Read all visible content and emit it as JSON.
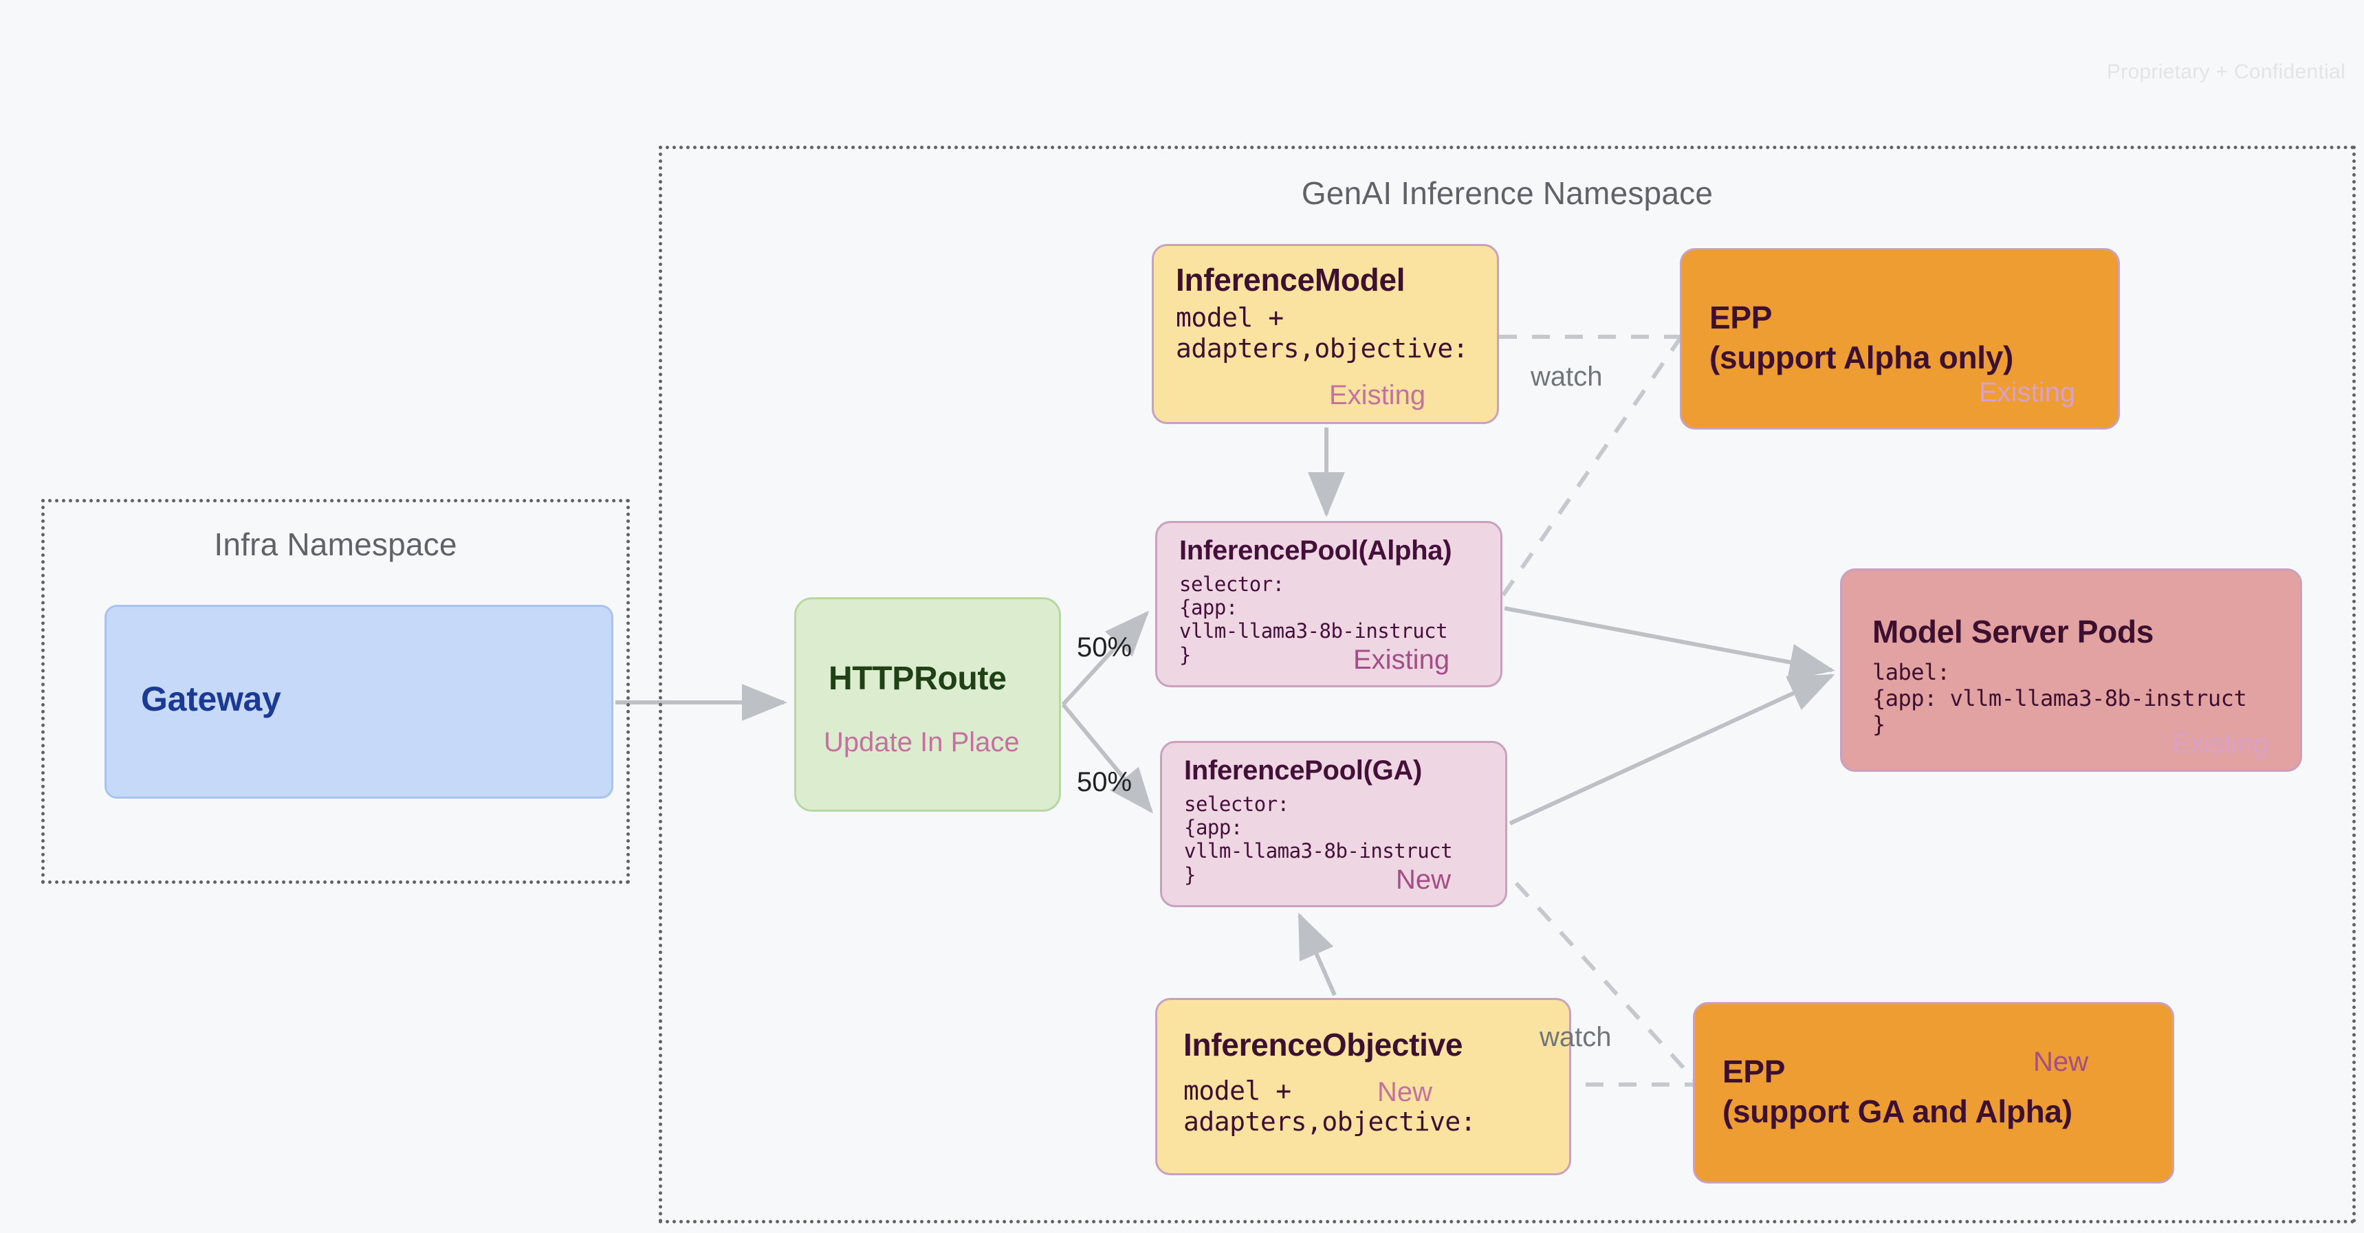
{
  "page": {
    "watermark": "Proprietary + Confidential",
    "background_color": "#f7f8fa"
  },
  "namespaces": [
    {
      "id": "infra",
      "title": "Infra Namespace"
    },
    {
      "id": "genai",
      "title": "GenAI Inference Namespace"
    }
  ],
  "nodes": {
    "gateway": {
      "title": "Gateway",
      "color": "#c6d9f8",
      "text_color": "#1a3a94"
    },
    "httproute": {
      "title": "HTTPRoute",
      "tag": "Update In Place",
      "color": "#dbeccf",
      "text_color": "#1f4115",
      "tag_color": "#c4719f"
    },
    "inferencemodel": {
      "title": "InferenceModel",
      "body": "model +\nadapters,objective:",
      "tag": "Existing",
      "color": "#fae3a0",
      "tag_color": "#c4719f"
    },
    "poolalpha": {
      "title": "InferencePool(Alpha)",
      "body": "selector:\n{app:\nvllm-llama3-8b-instruct\n}",
      "tag": "Existing",
      "color": "#eed7e3",
      "tag_color": "#a44d86"
    },
    "poolga": {
      "title": "InferencePool(GA)",
      "body": "selector:\n{app:\nvllm-llama3-8b-instruct\n}",
      "tag": "New",
      "color": "#eed7e3",
      "tag_color": "#a44d86"
    },
    "inferenceobjective": {
      "title": "InferenceObjective",
      "body": "model +\nadapters,objective:",
      "tag": "New",
      "color": "#fae3a0",
      "tag_color": "#c4719f"
    },
    "eppalpha": {
      "title": "EPP\n(support Alpha only)",
      "tag": "Existing",
      "color": "#ee9d32",
      "tag_color": "#d9a1c6"
    },
    "eppga": {
      "title": "EPP\n(support GA and Alpha)",
      "tag": "New",
      "color": "#ee9d32",
      "tag_color": "#a44d86"
    },
    "modelserverpods": {
      "title": "Model Server Pods",
      "body": "label:\n{app: vllm-llama3-8b-instruct\n}",
      "tag": "Existing",
      "color": "#e2a2a2",
      "tag_color": "#d9a1c6"
    }
  },
  "edges": [
    {
      "id": "gateway-to-httproute",
      "label": "",
      "style": "solid",
      "from": "gateway",
      "to": "httproute"
    },
    {
      "id": "httproute-to-poolalpha",
      "label": "50%",
      "style": "solid",
      "from": "httproute",
      "to": "poolalpha"
    },
    {
      "id": "httproute-to-poolga",
      "label": "50%",
      "style": "solid",
      "from": "httproute",
      "to": "poolga"
    },
    {
      "id": "inferencemodel-to-poolalpha",
      "label": "",
      "style": "solid",
      "from": "inferencemodel",
      "to": "poolalpha"
    },
    {
      "id": "inferenceobjective-to-poolga",
      "label": "",
      "style": "solid",
      "from": "inferenceobjective",
      "to": "poolga"
    },
    {
      "id": "poolalpha-to-modelserverpods",
      "label": "",
      "style": "solid",
      "from": "poolalpha",
      "to": "modelserverpods"
    },
    {
      "id": "poolga-to-modelserverpods",
      "label": "",
      "style": "solid",
      "from": "poolga",
      "to": "modelserverpods"
    },
    {
      "id": "inferencemodel-watch-eppalpha",
      "label": "watch",
      "style": "dashed",
      "from": "inferencemodel",
      "to": "eppalpha"
    },
    {
      "id": "poolalpha-watch-eppalpha",
      "label": "",
      "style": "dashed",
      "from": "poolalpha",
      "to": "eppalpha"
    },
    {
      "id": "inferenceobjective-watch-eppga",
      "label": "watch",
      "style": "dashed",
      "from": "inferenceobjective",
      "to": "eppga"
    },
    {
      "id": "poolga-watch-eppga",
      "label": "",
      "style": "dashed",
      "from": "poolga",
      "to": "eppga"
    }
  ],
  "edge_labels": {
    "pct_top": "50%",
    "pct_bottom": "50%",
    "watch_top": "watch",
    "watch_bottom": "watch"
  },
  "palette": {
    "edge": "#bdc1c6",
    "dashed_edge": "#c5c9cd",
    "namespace_border": "#5f6368",
    "node_border": "#c9a0bd"
  }
}
